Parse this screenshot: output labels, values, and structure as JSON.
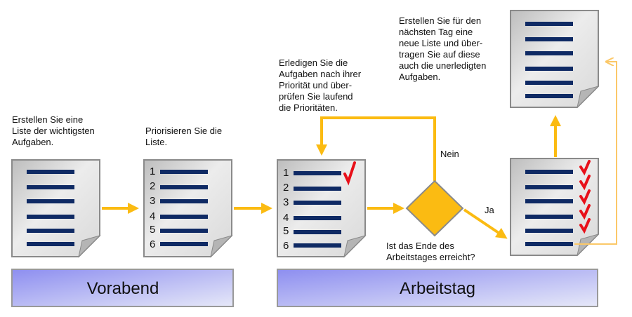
{
  "steps": {
    "create": [
      "Erstellen Sie eine",
      "Liste der wichtigsten",
      "Aufgaben."
    ],
    "prioritize": [
      "Priorisieren Sie die",
      "Liste."
    ],
    "do": [
      "Erledigen Sie die",
      "Aufgaben nach ihrer",
      "Priorität und über-",
      "prüfen Sie laufend",
      "die Prioritäten."
    ],
    "next": [
      "Erstellen Sie für den",
      "nächsten Tag eine",
      "neue Liste und über-",
      "tragen Sie auf diese",
      "auch die unerledigten",
      "Aufgaben."
    ]
  },
  "decision": {
    "question": [
      "Ist das Ende des",
      "Arbeitstages erreicht?"
    ],
    "no": "Nein",
    "yes": "Ja"
  },
  "numbers": [
    "1",
    "2",
    "3",
    "4",
    "5",
    "6"
  ],
  "phases": {
    "evening": "Vorabend",
    "workday": "Arbeitstag"
  },
  "colors": {
    "arrow": "#fbbb12",
    "arrow_light": "#fbc868",
    "line": "#0f2a64",
    "check": "#e8101a",
    "phase_from": "#8d8ef0",
    "phase_to": "#e4e6f8"
  }
}
